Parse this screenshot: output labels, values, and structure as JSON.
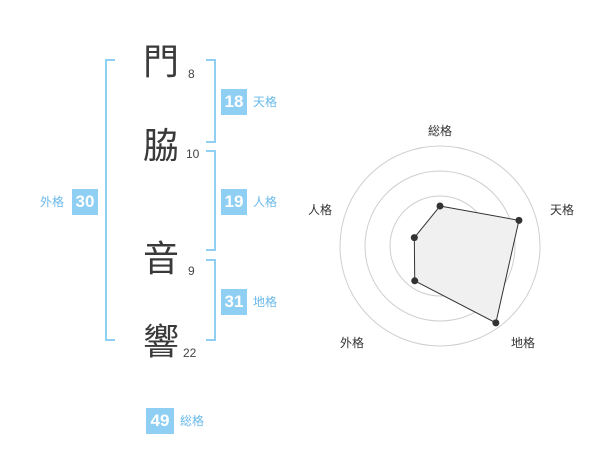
{
  "name": {
    "chars": [
      {
        "char": "門",
        "strokes": "8"
      },
      {
        "char": "脇",
        "strokes": "10"
      },
      {
        "char": "音",
        "strokes": "9"
      },
      {
        "char": "響",
        "strokes": "22"
      }
    ]
  },
  "kaku": {
    "tenkaku": {
      "value": "18",
      "label": "天格"
    },
    "jinkaku": {
      "value": "19",
      "label": "人格"
    },
    "chikaku": {
      "value": "31",
      "label": "地格"
    },
    "gaikaku": {
      "value": "30",
      "label": "外格"
    },
    "soukaku": {
      "value": "49",
      "label": "総格"
    }
  },
  "colors": {
    "accent": "#8fcff3",
    "accent_text": "#69b9ea",
    "radar_fill": "#f0f0f0"
  },
  "chart_data": {
    "type": "radar",
    "axes": [
      "総格",
      "天格",
      "地格",
      "外格",
      "人格"
    ],
    "values": [
      0.4,
      0.83,
      0.95,
      0.43,
      0.27
    ],
    "rings": 4
  }
}
